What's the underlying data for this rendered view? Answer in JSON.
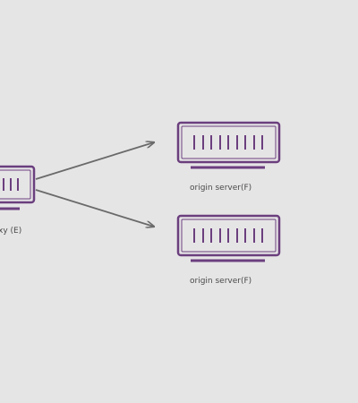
{
  "diagram": {
    "colors": {
      "background": "#e6e5e6",
      "server_outline": "#6b3f7e",
      "connector": "#6a6a6a",
      "label": "#4a4a4a"
    },
    "proxy": {
      "label": "xy (E)",
      "icon": "server-icon"
    },
    "origins": [
      {
        "label": "origin server(F)",
        "icon": "server-icon"
      },
      {
        "label": "origin server(F)",
        "icon": "server-icon"
      }
    ]
  }
}
